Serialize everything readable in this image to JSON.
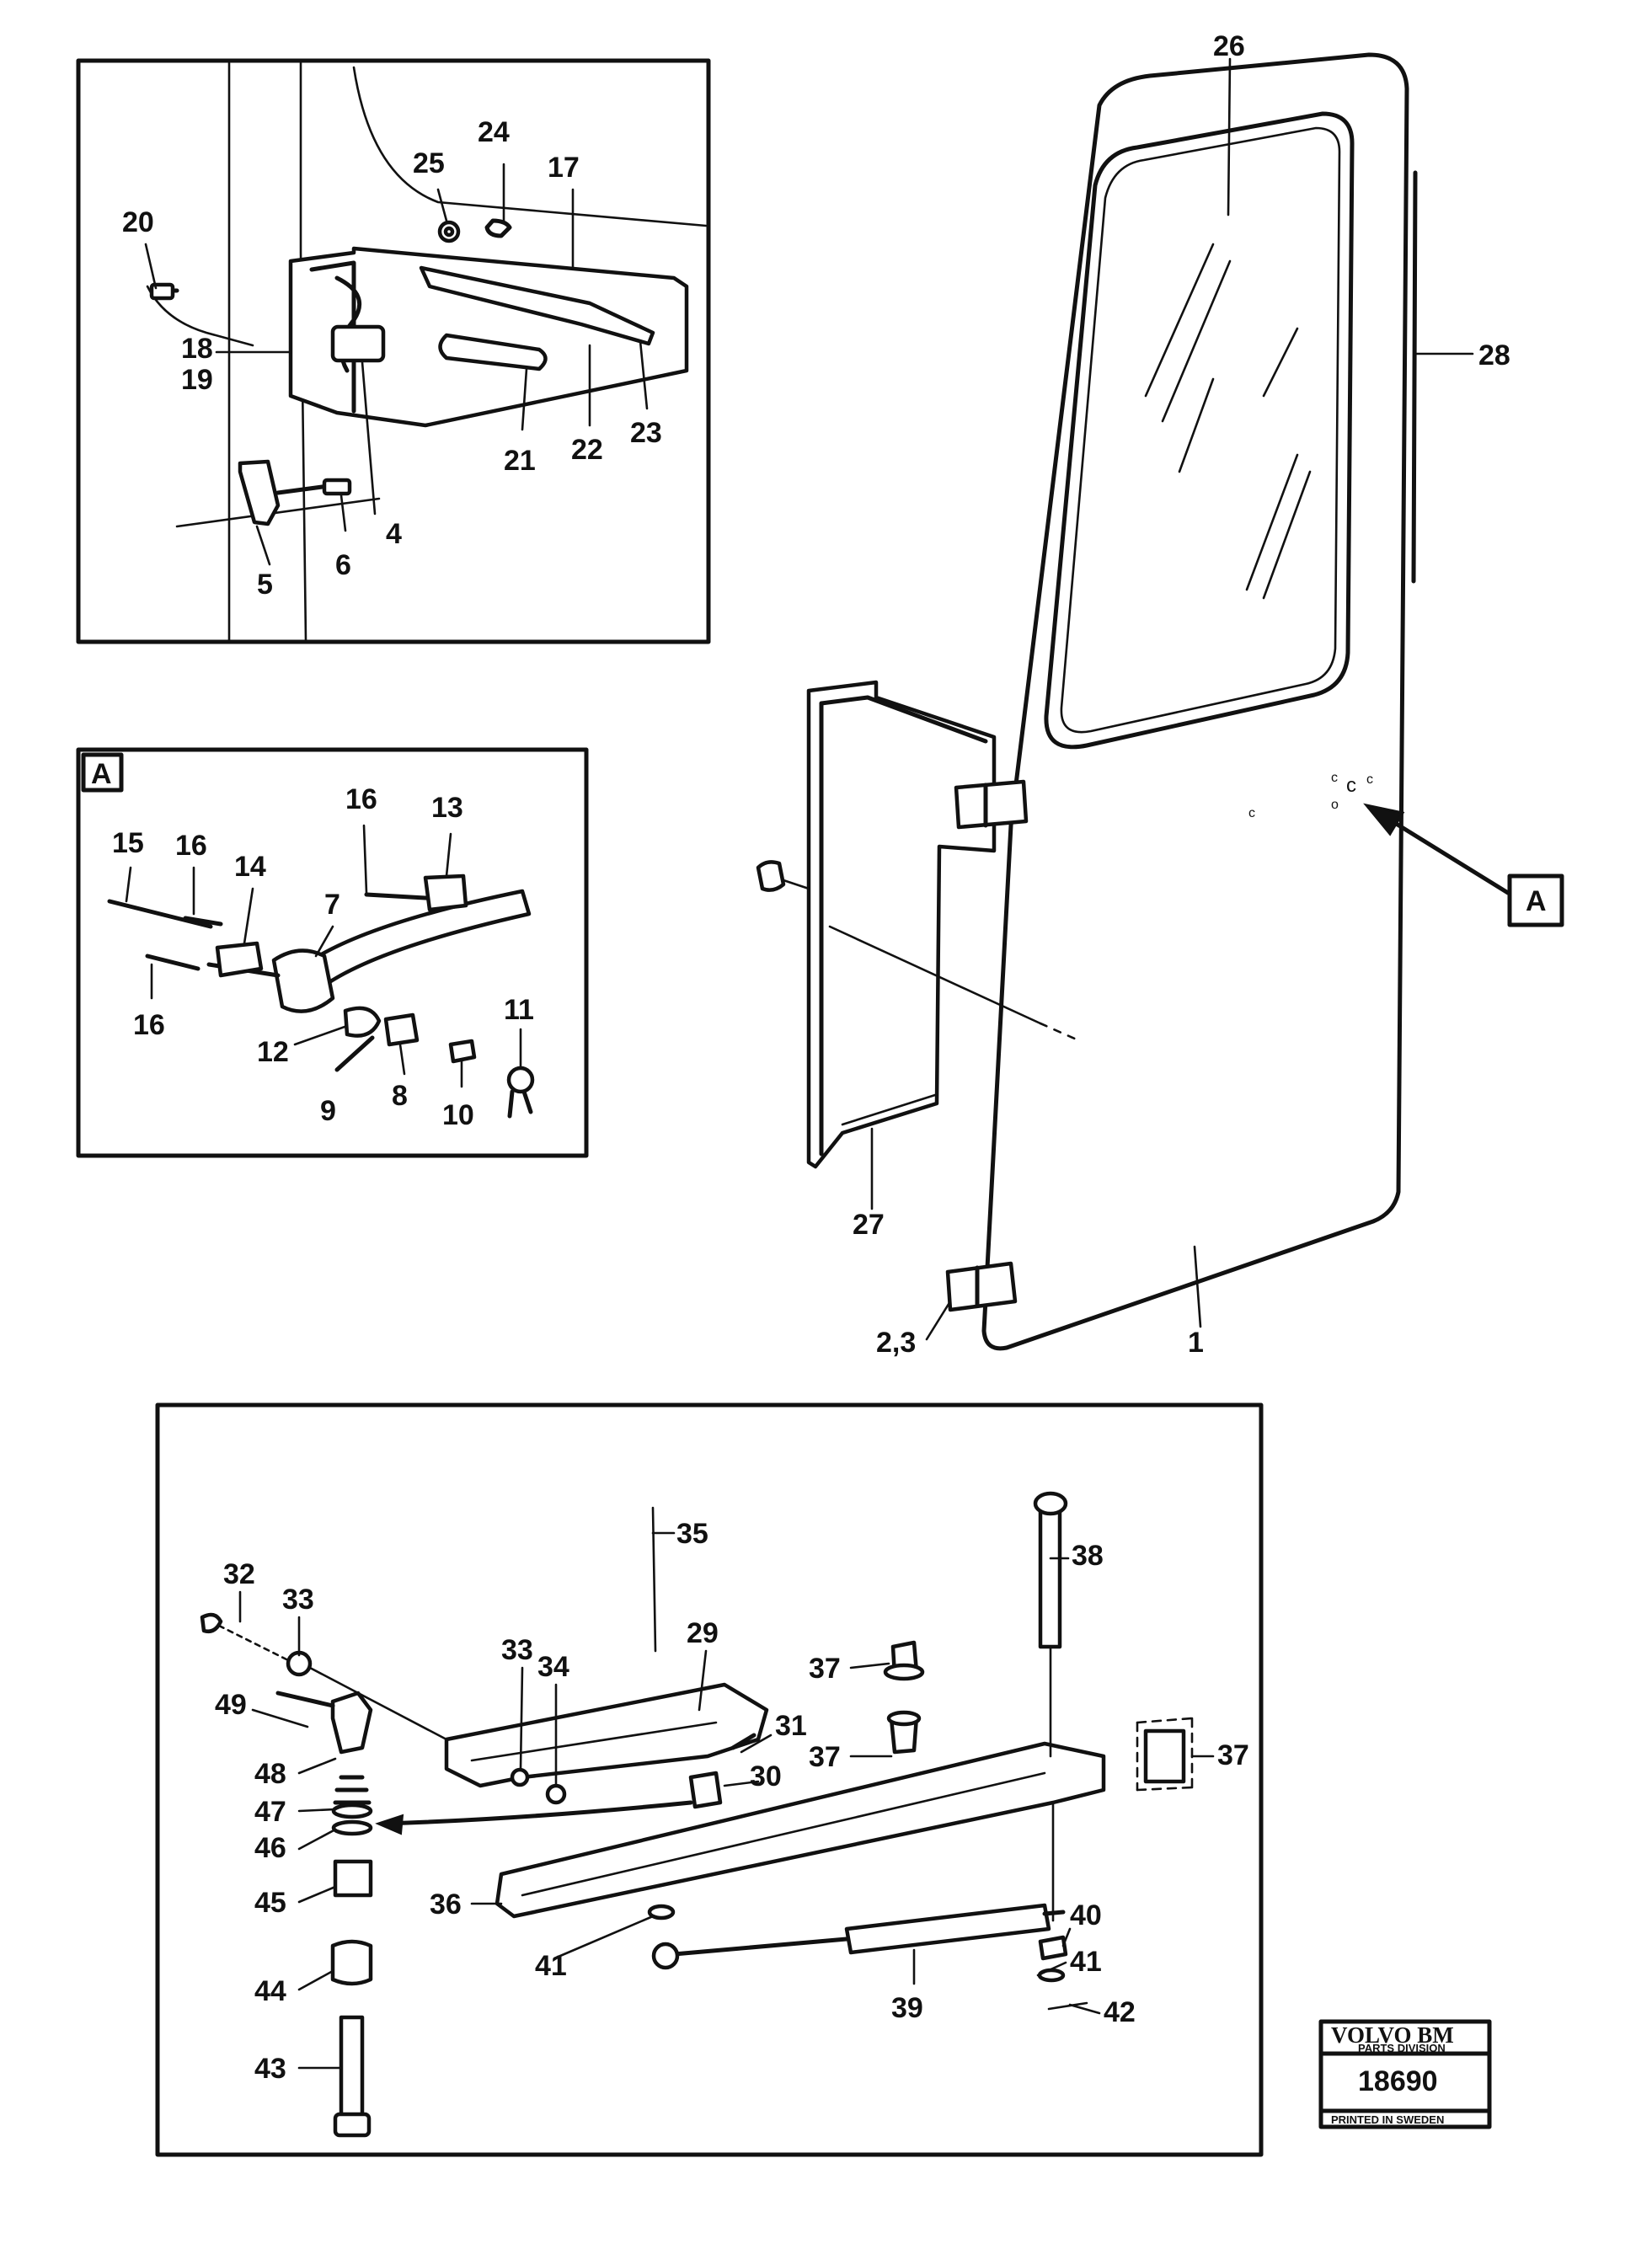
{
  "callouts": {
    "p1": [
      "20",
      "25",
      "24",
      "17",
      "18",
      "19",
      "4",
      "21",
      "22",
      "23",
      "5",
      "6"
    ],
    "pA": [
      "A",
      "16",
      "13",
      "15",
      "16",
      "14",
      "7",
      "16",
      "12",
      "11",
      "9",
      "8",
      "10"
    ],
    "door": [
      "26",
      "28",
      "A",
      "27",
      "2,3",
      "1"
    ],
    "p3": [
      "35",
      "38",
      "32",
      "33",
      "33",
      "29",
      "34",
      "37",
      "49",
      "31",
      "37",
      "37",
      "48",
      "30",
      "47",
      "46",
      "45",
      "36",
      "40",
      "41",
      "41",
      "39",
      "44",
      "42",
      "43"
    ]
  },
  "stamp": {
    "brand": "VOLVO BM",
    "division": "PARTS DIVISION",
    "number": "18690",
    "printed": "PRINTED IN SWEDEN"
  }
}
